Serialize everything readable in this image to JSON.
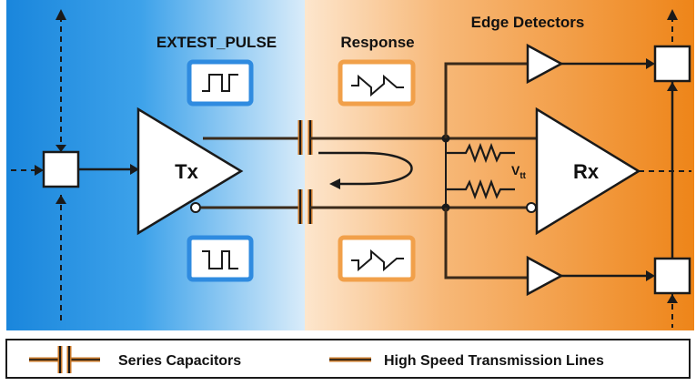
{
  "labels": {
    "extest_pulse": "EXTEST_PULSE",
    "response": "Response",
    "edge_detectors": "Edge Detectors",
    "tx": "Tx",
    "rx": "Rx",
    "vtt_main": "V",
    "vtt_sub": "tt"
  },
  "legend": {
    "series_capacitors": "Series Capacitors",
    "transmission_lines": "High Speed Transmission Lines"
  },
  "colors": {
    "blue_dark": "#1f8ee0",
    "blue_light": "#cfe6f7",
    "orange_dark": "#f08a1f",
    "orange_light": "#fbe1c4",
    "line_dark": "#1a1a1a",
    "transmission_line": "#3a2a1a",
    "capacitor_outline": "#c8782a"
  },
  "icons": {
    "tx": "buffer-triangle-icon",
    "rx": "differential-receiver-icon",
    "detectors": "buffer-triangle-icon",
    "cells": "boundary-scan-cell-icon",
    "pulse": "square-pulse-waveform-icon",
    "response": "ac-coupled-response-waveform-icon",
    "resistor": "resistor-icon",
    "capacitor": "capacitor-icon"
  }
}
